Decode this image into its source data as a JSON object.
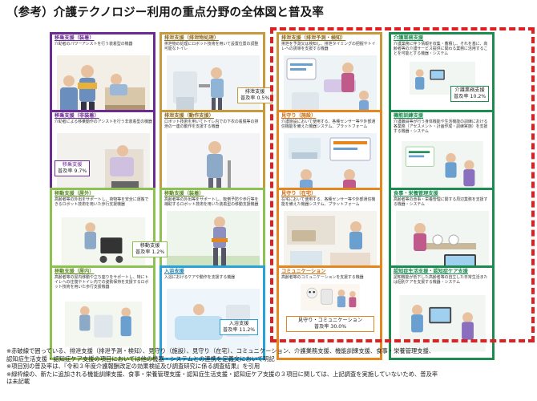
{
  "title": "（参考）介護テクノロジー利用の重点分野の全体図と普及率",
  "cells": [
    {
      "id": "transfer-wearable",
      "label": "移乗支援（装着）",
      "desc": "介助者のパワーアシストを行う装着型の機器",
      "color": "#6a2c91"
    },
    {
      "id": "excretion-disposal",
      "label": "排泄支援（排泄物処理）",
      "desc": "排泄物の処理にロボット技術を用いて設置位置の調整可能なトイレ",
      "color": "#c79a3b"
    },
    {
      "id": "excretion-prediction",
      "label": "排泄支援（排泄予測・検知）",
      "desc": "排泄を予測又は検知し、排泄タイミングの把握やトイレへの誘導を支援する機器",
      "color": "#c79a3b"
    },
    {
      "id": "care-work",
      "label": "介護業務支援",
      "desc": "介護業務に伴う情報を収集・蓄積し、それを基に、高齢者等の介護サービス提供に関わる業務に活用することを可能とする機器・システム",
      "color": "#1e8c50"
    },
    {
      "id": "transfer-nonwearable",
      "label": "移乗支援（非装着）",
      "desc": "介助者による移乗動作のアシストを行う非装着型の機器",
      "color": "#6a2c91"
    },
    {
      "id": "excretion-motion",
      "label": "排泄支援（動作支援）",
      "desc": "ロボット技術を用いてトイレ内での下衣の着脱等の排泄の一連の動作を支援する機器",
      "color": "#c79a3b"
    },
    {
      "id": "watch-facility",
      "label": "見守り（施設）",
      "desc": "介護施設において使用する、各種センサー等や外部通信機能を備えた機器システム、プラットフォーム",
      "color": "#e4871f"
    },
    {
      "id": "functional-training",
      "label": "機能訓練支援",
      "desc": "介護職員等が行う身体機能や生活機能の訓練における各業務（アセスメント・計画作成・訓練実施）を支援する機器・システム",
      "color": "#1e8c50"
    },
    {
      "id": "mobility-outdoor",
      "label": "移動支援（屋外）",
      "desc": "高齢者等の外出をサポートし、荷物等を安全に運搬できるロボット技術を用いた歩行支援機器",
      "color": "#8dc152"
    },
    {
      "id": "mobility-device",
      "label": "移動支援（装着）",
      "desc": "高齢者等の外出等をサポートし、転倒予防や歩行等を補助するロボット技術を用いた装着型の移動支援機器",
      "color": "#8dc152"
    },
    {
      "id": "watch-home",
      "label": "見守り（在宅）",
      "desc": "在宅において使用する、各種センサー等や外部通信機能を備えた機器システム、プラットフォーム",
      "color": "#e4871f"
    },
    {
      "id": "meal-nutrition",
      "label": "食事・栄養管理支援",
      "desc": "高齢者等の食事・栄養管理に関する周辺業務を支援する機器・システム",
      "color": "#1e8c50"
    },
    {
      "id": "mobility-indoor",
      "label": "移動支援（屋内）",
      "desc": "高齢者等の屋内移動や立ち座りをサポートし、特にトイレへの往復やトイレ内での姿勢保持を支援するロボット技術を用いた歩行支援機器",
      "color": "#8dc152"
    },
    {
      "id": "bathing",
      "label": "入浴支援",
      "desc": "入浴におけるケアや動作を支援する機器",
      "color": "#27a3d9"
    },
    {
      "id": "communication",
      "label": "コミュニケーション",
      "desc": "高齢者等のコミュニケーションを支援する機器",
      "color": "#e4871f"
    },
    {
      "id": "dementia-care",
      "label": "認知症生活支援・認知症ケア支援",
      "desc": "認知機能が低下した高齢者等の自立した日常生活または個別ケアを支援する機器・システム",
      "color": "#1e8c50"
    }
  ],
  "rates": [
    {
      "id": "transfer",
      "name": "移乗支援",
      "rate": "普及率 9.7%",
      "color": "#6a2c91"
    },
    {
      "id": "excretion",
      "name": "排泄支援",
      "rate": "普及率 0.5%",
      "color": "#c79a3b"
    },
    {
      "id": "care-work",
      "name": "介護業務支援",
      "rate": "普及率 10.2%",
      "color": "#1e8c50"
    },
    {
      "id": "mobility",
      "name": "移動支援",
      "rate": "普及率 1.2%",
      "color": "#8dc152"
    },
    {
      "id": "bathing",
      "name": "入浴支援",
      "rate": "普及率 11.2%",
      "color": "#27a3d9"
    },
    {
      "id": "watch",
      "name": "見守り・コミュニケーション",
      "rate": "普及率 30.0%",
      "color": "#e4871f"
    }
  ],
  "notes": [
    "※赤破線で囲っている、排泄支援（排泄予測・検知）、見守り（施設）、見守り（在宅）、コミュニケーション、介護業務支援、機能訓練支援、食事・栄養管理支援、",
    "認知症生活支援・認知症ケア支援の項目においては他の機器・システムとの連携を定義文において明記",
    "※項目別の普及率は、『令和３年度介護報酬改定の効果検証及び調査研究に係る調査結果』を引用",
    "※緑枠線の、新たに追加される機能訓練支援、食事・栄養管理支援・認知症生活支援・認知症ケア支援の３項目に関しては、上記調査を実施していないため、普及率",
    "は未記載"
  ]
}
